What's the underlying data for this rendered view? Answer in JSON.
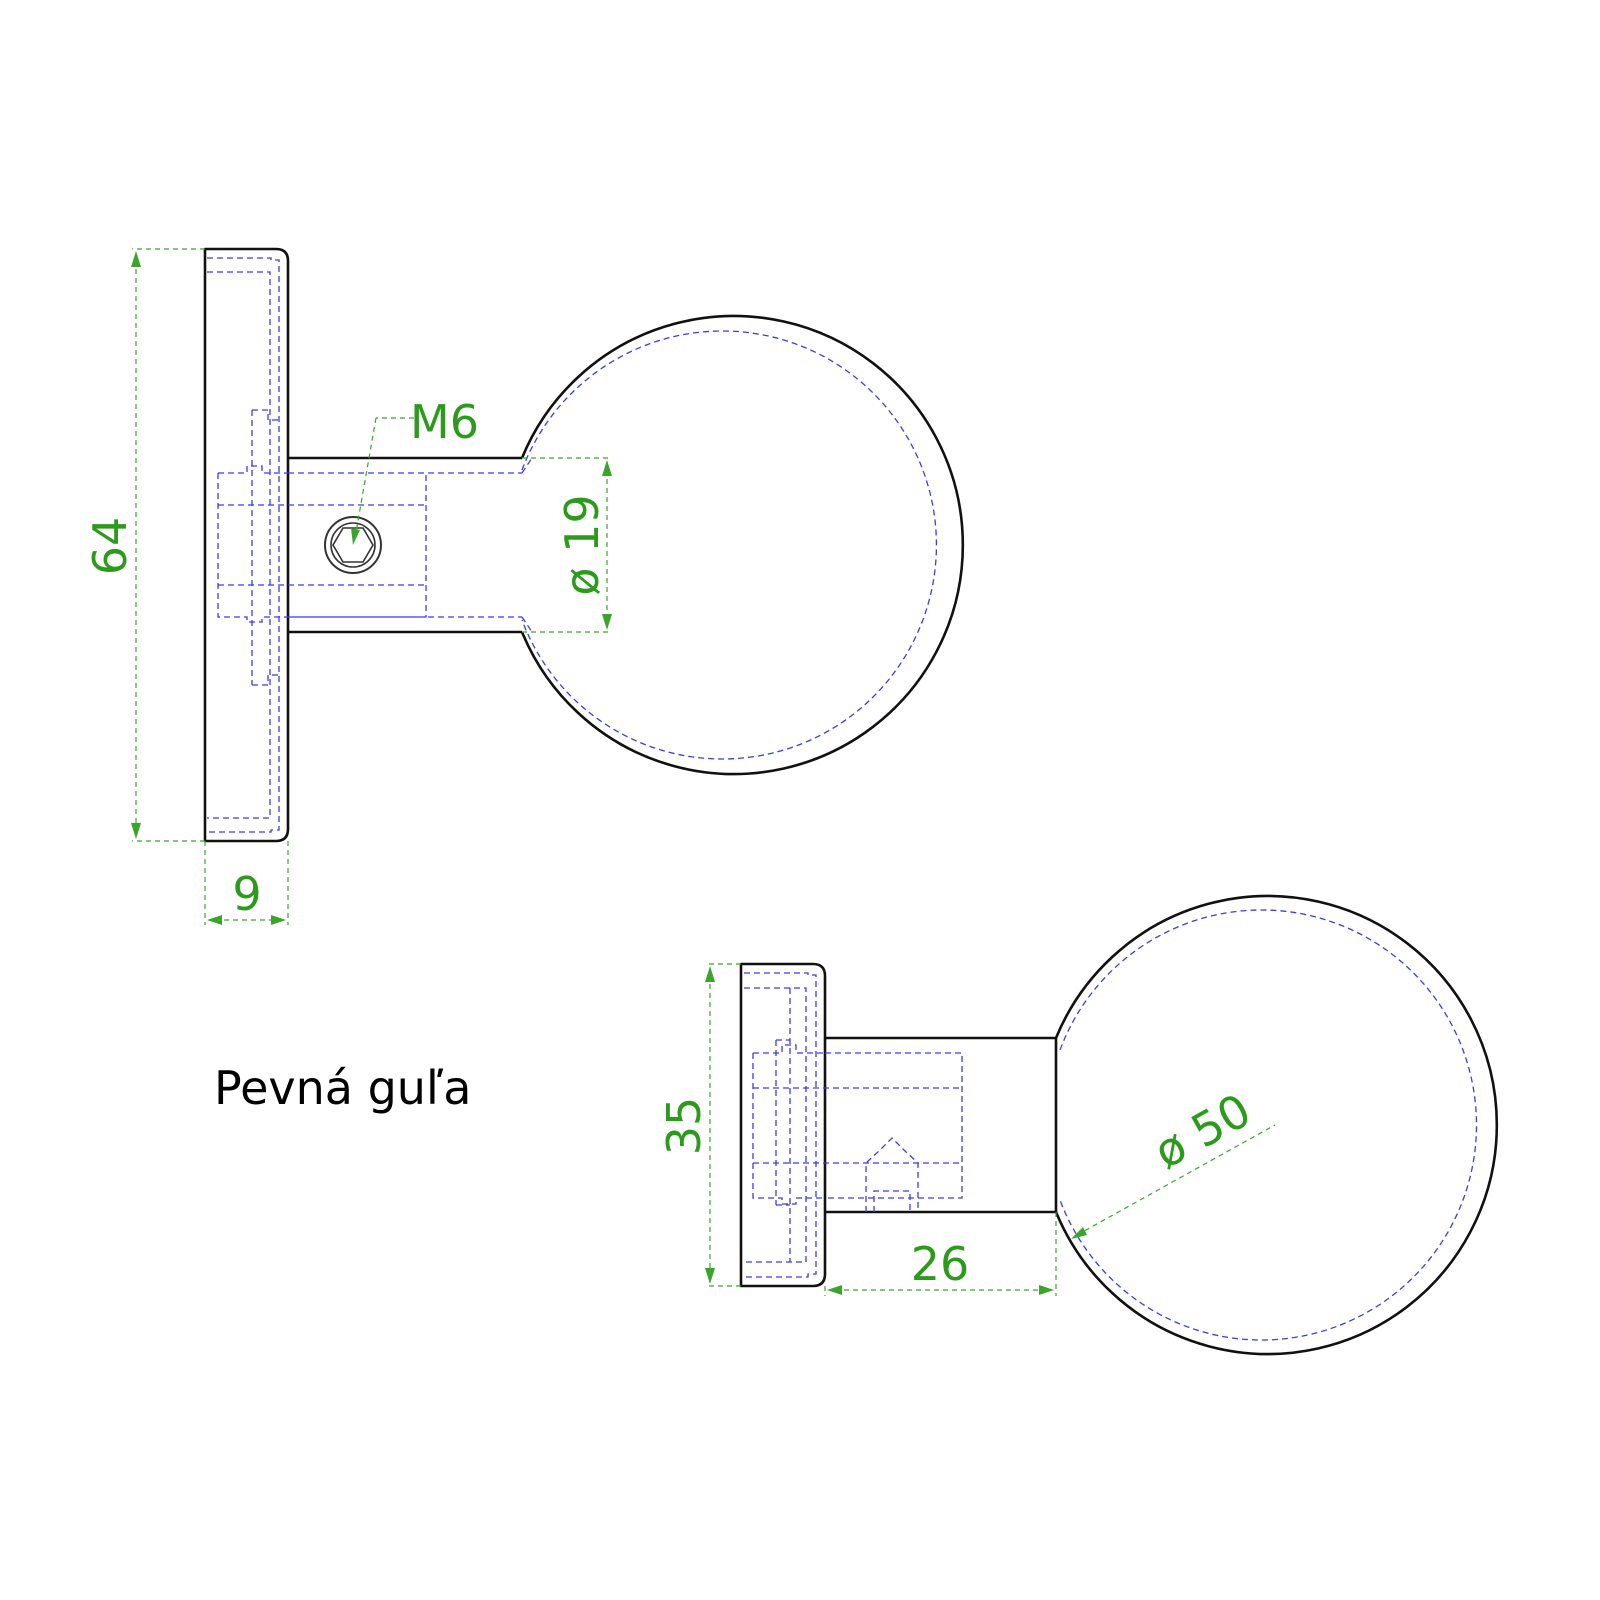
{
  "caption": "Pevná guľa",
  "dimensions": {
    "plate_height_top": "64",
    "plate_thickness": "9",
    "thread": "M6",
    "neck_diameter": "ø 19",
    "plate_height_bottom": "35",
    "neck_length": "26",
    "ball_diameter": "ø 50"
  },
  "colors": {
    "outline": "#111111",
    "hidden_lines": "#3a3af0",
    "dimensions": "#2c9b1c",
    "caption": "#000000"
  }
}
